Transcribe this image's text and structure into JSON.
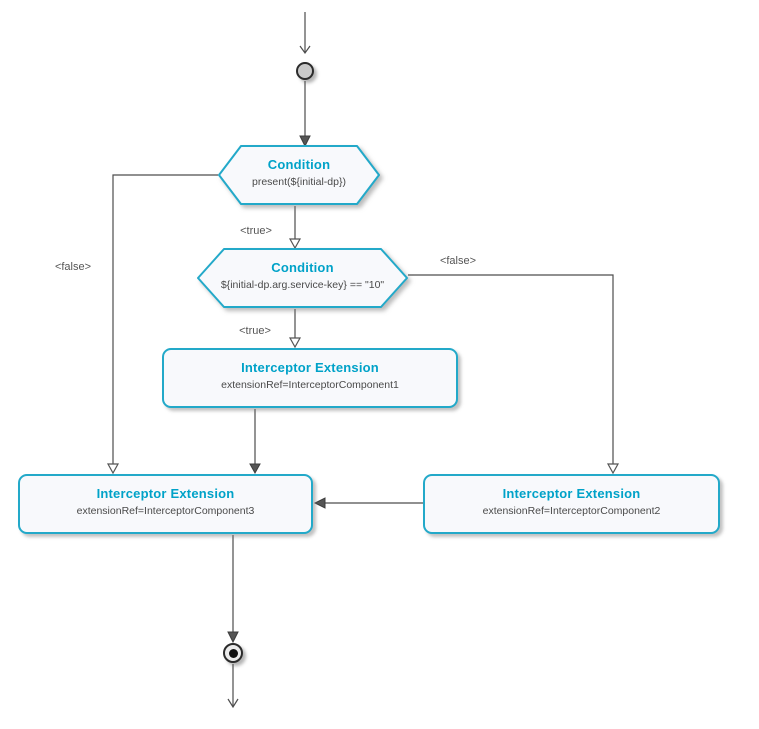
{
  "diagram": {
    "background": "#ffffff",
    "accent_border": "#23a9c9",
    "accent_title": "#00a2c8",
    "line_color": "#4d4d4d",
    "label_color": "#555555",
    "node_fill": "#f8f9fc"
  },
  "nodes": {
    "start": {
      "type": "initial-node"
    },
    "condition1": {
      "title": "Condition",
      "detail": "present(${initial-dp})"
    },
    "condition2": {
      "title": "Condition",
      "detail": "${initial-dp.arg.service-key} == \"10\""
    },
    "interceptor1": {
      "title": "Interceptor Extension",
      "detail": "extensionRef=InterceptorComponent1"
    },
    "interceptor2": {
      "title": "Interceptor Extension",
      "detail": "extensionRef=InterceptorComponent2"
    },
    "interceptor3": {
      "title": "Interceptor Extension",
      "detail": "extensionRef=InterceptorComponent3"
    },
    "end": {
      "type": "final-node"
    }
  },
  "edge_labels": {
    "true1": "<true>",
    "true2": "<true>",
    "false_left": "<false>",
    "false_right": "<false>"
  }
}
